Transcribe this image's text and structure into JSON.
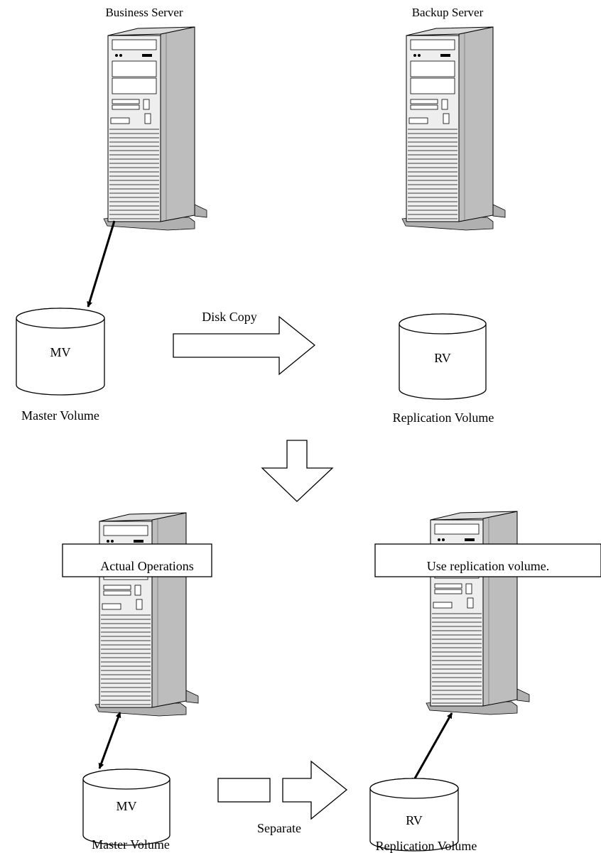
{
  "top": {
    "business_server_label": "Business Server",
    "backup_server_label": "Backup Server",
    "disk_copy_label": "Disk Copy",
    "mv_label": "MV",
    "rv_label": "RV",
    "master_volume_caption": "Master Volume",
    "replication_volume_caption": "Replication Volume"
  },
  "bottom": {
    "actual_operations_label": "Actual Operations",
    "use_replication_label": "Use replication volume.",
    "separate_label": "Separate",
    "mv_label": "MV",
    "rv_label": "RV",
    "master_volume_caption": "Master Volume",
    "replication_volume_caption": "Replication Volume"
  },
  "colors": {
    "stroke": "#000000",
    "server_body": "#eeeeee",
    "server_side": "#bdbdbd",
    "server_foot": "#b0b0b0",
    "background": "#ffffff"
  },
  "icons": {
    "server": "tower-server-icon",
    "volume": "disk-cylinder-icon",
    "arrow": "block-arrow-icon"
  }
}
